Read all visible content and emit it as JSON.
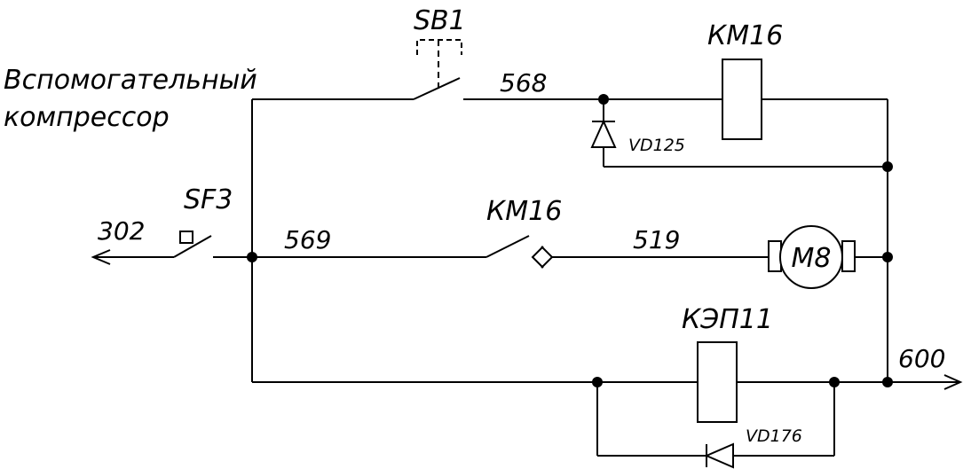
{
  "labels": {
    "title_line1": "Вспомогательный",
    "title_line2": "компрессор",
    "sb1": "SB1",
    "km16_coil": "КМ16",
    "km16_contact": "КМ16",
    "sf3": "SF3",
    "kep11": "КЭП11",
    "motor": "М8",
    "vd125": "VD125",
    "vd176": "VD176"
  },
  "wire_numbers": {
    "w302": "302",
    "w568": "568",
    "w569": "569",
    "w519": "519",
    "w600": "600"
  }
}
